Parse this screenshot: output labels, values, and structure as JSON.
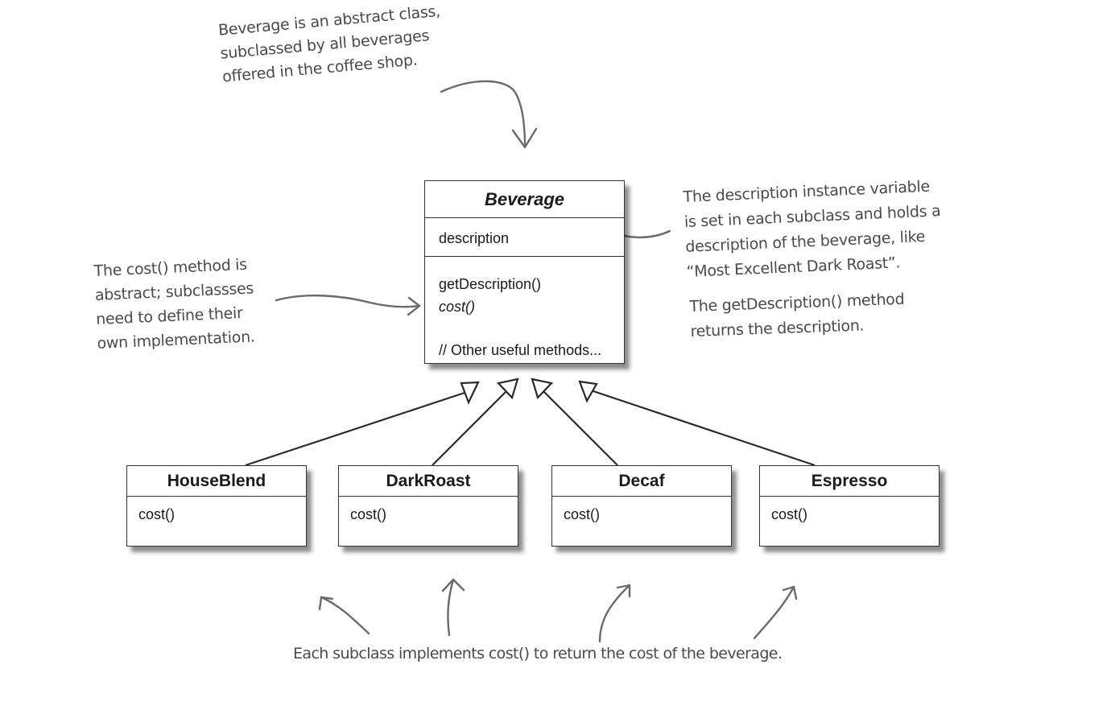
{
  "diagram": {
    "abstract_class": {
      "name": "Beverage",
      "fields": [
        "description"
      ],
      "methods": [
        "getDescription()",
        "cost()"
      ],
      "extra": "// Other useful methods..."
    },
    "subclasses": [
      {
        "name": "HouseBlend",
        "method": "cost()"
      },
      {
        "name": "DarkRoast",
        "method": "cost()"
      },
      {
        "name": "Decaf",
        "method": "cost()"
      },
      {
        "name": "Espresso",
        "method": "cost()"
      }
    ],
    "notes": {
      "abstract": [
        "Beverage is an abstract class,",
        "subclassed by all beverages",
        "offered in the coffee shop."
      ],
      "description": [
        "The description instance variable",
        "is set in each subclass and holds a",
        "description of the beverage, like",
        "“Most Excellent Dark Roast”."
      ],
      "get_description": [
        "The getDescription() method",
        "returns the description."
      ],
      "cost": [
        "The cost() method is",
        "abstract; subclassses",
        "need to define their",
        "own implementation."
      ],
      "subclasses": "Each subclass implements cost() to return the cost of the beverage."
    },
    "colors": {
      "line": "#2a2a2a",
      "note_text": "#4a4a4a",
      "note_arrow": "#6b6b6b"
    }
  }
}
